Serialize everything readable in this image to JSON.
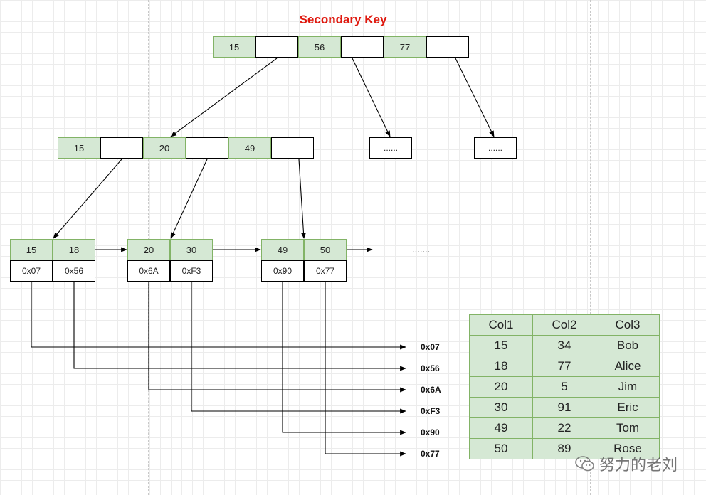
{
  "title": "Secondary Key",
  "root": {
    "keys": [
      "15",
      "56",
      "77"
    ]
  },
  "level2": {
    "keys": [
      "15",
      "20",
      "49"
    ],
    "ellipsis_a": "......",
    "ellipsis_b": "......"
  },
  "leaves": [
    {
      "keys": [
        "15",
        "18"
      ],
      "addrs": [
        "0x07",
        "0x56"
      ]
    },
    {
      "keys": [
        "20",
        "30"
      ],
      "addrs": [
        "0x6A",
        "0xF3"
      ]
    },
    {
      "keys": [
        "49",
        "50"
      ],
      "addrs": [
        "0x90",
        "0x77"
      ]
    }
  ],
  "leaf_ellipsis": ".......",
  "address_labels": [
    "0x07",
    "0x56",
    "0x6A",
    "0xF3",
    "0x90",
    "0x77"
  ],
  "table": {
    "headers": [
      "Col1",
      "Col2",
      "Col3"
    ],
    "rows": [
      [
        "15",
        "34",
        "Bob"
      ],
      [
        "18",
        "77",
        "Alice"
      ],
      [
        "20",
        "5",
        "Jim"
      ],
      [
        "30",
        "91",
        "Eric"
      ],
      [
        "49",
        "22",
        "Tom"
      ],
      [
        "50",
        "89",
        "Rose"
      ]
    ]
  },
  "watermark": "努力的老刘",
  "colors": {
    "key_fill": "#d5e8d4",
    "key_border": "#82b366",
    "title": "#e0190f"
  }
}
